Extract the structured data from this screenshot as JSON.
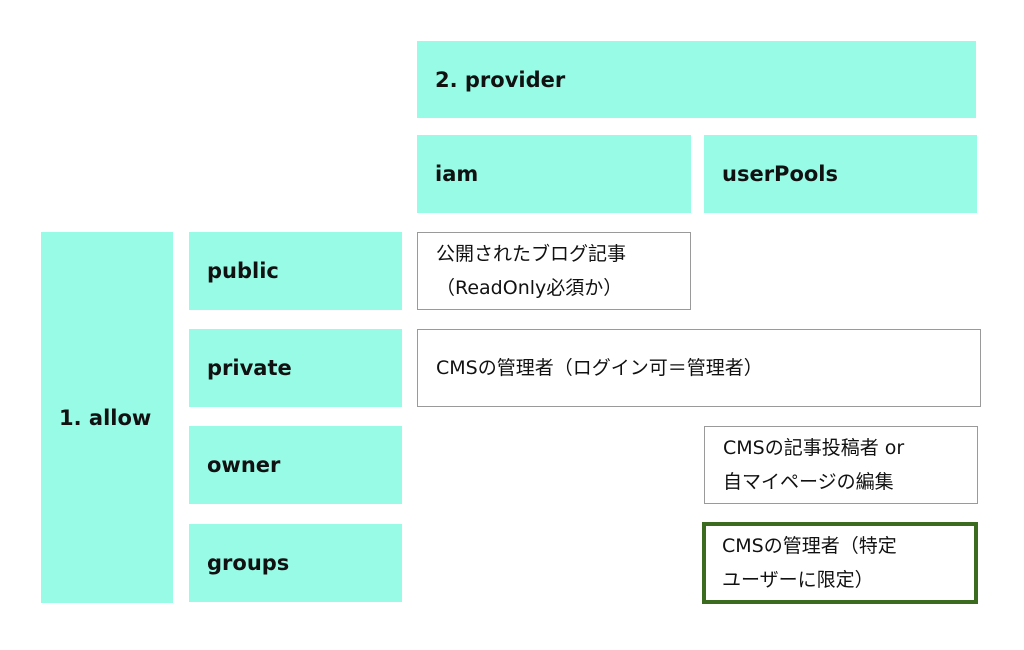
{
  "allow": {
    "label": "1. allow",
    "rows": [
      "public",
      "private",
      "owner",
      "groups"
    ]
  },
  "provider": {
    "label": "2. provider",
    "columns": [
      "iam",
      "userPools"
    ]
  },
  "cells": {
    "public_iam": [
      "公開されたブログ記事",
      "（ReadOnly必須か）"
    ],
    "private_both": [
      "CMSの管理者（ログイン可＝管理者）"
    ],
    "owner_userpools": [
      "CMSの記事投稿者 or",
      "自マイページの編集"
    ],
    "groups_userpools": [
      "CMSの管理者（特定",
      "ユーザーに限定）"
    ]
  },
  "colors": {
    "header_fill": "#98fbe6",
    "highlight_border": "#3a6b1f",
    "cell_border": "#9a9a9a"
  }
}
